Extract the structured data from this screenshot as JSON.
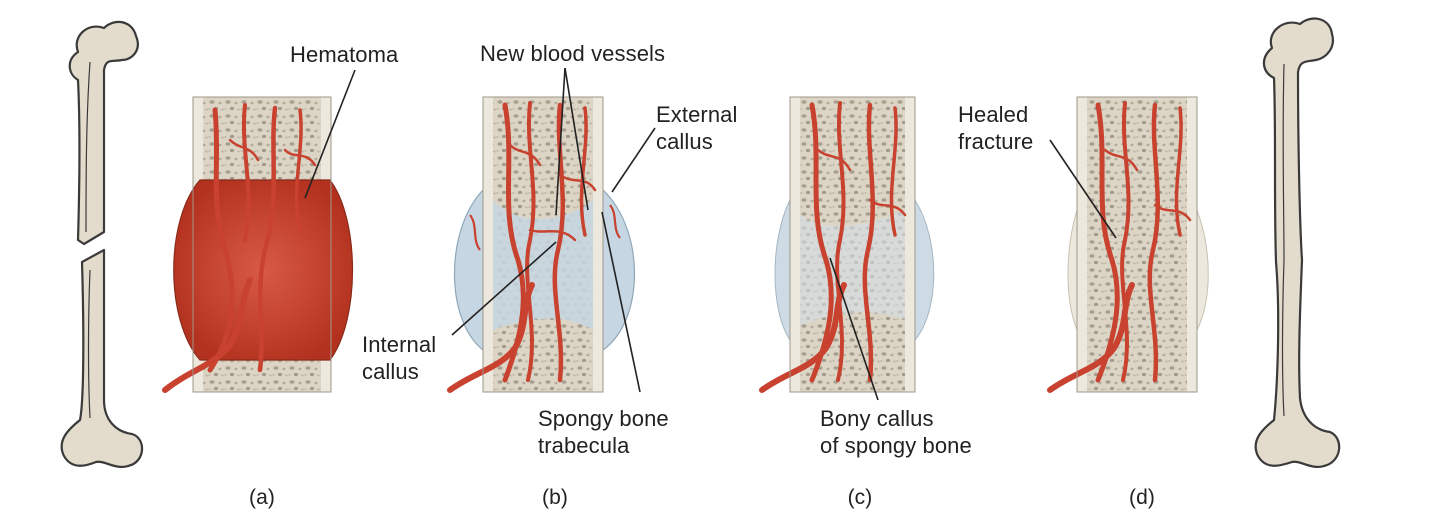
{
  "labels": {
    "hematoma": "Hematoma",
    "new_blood_vessels": "New blood vessels",
    "external_callus": [
      "External",
      "callus"
    ],
    "internal_callus": [
      "Internal",
      "callus"
    ],
    "spongy_bone_trabecula": [
      "Spongy bone",
      "trabecula"
    ],
    "bony_callus": [
      "Bony callus",
      "of spongy bone"
    ],
    "healed_fracture": [
      "Healed",
      "fracture"
    ]
  },
  "panels": [
    "(a)",
    "(b)",
    "(c)",
    "(d)"
  ],
  "colors": {
    "vessel": "#c8422f",
    "hematoma": "#c0392b",
    "bone_fill": "#e3dccc",
    "bone_outline": "#3a3a3a",
    "spongy_bg": "#dbd4c4",
    "callus": "#bcd0de",
    "cortex": "#ece8dd"
  }
}
